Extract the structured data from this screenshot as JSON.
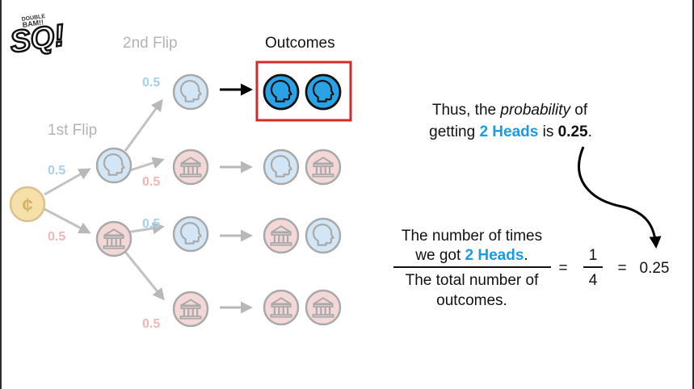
{
  "logo": {
    "line1": "DOUBLE",
    "line2": "BAM!!",
    "mark": "SQ!"
  },
  "labels": {
    "second_flip": "2nd Flip",
    "first_flip": "1st Flip",
    "outcomes": "Outcomes"
  },
  "root_coin_symbol": "¢",
  "branch_probabilities": {
    "first_heads": "0.5",
    "first_tails": "0.5",
    "h_then_heads": "0.5",
    "h_then_tails": "0.5",
    "t_then_heads": "0.5",
    "t_then_tails": "0.5"
  },
  "outcomes": [
    {
      "first": "heads",
      "second": "heads",
      "highlighted": true
    },
    {
      "first": "heads",
      "second": "tails",
      "highlighted": false
    },
    {
      "first": "tails",
      "second": "heads",
      "highlighted": false
    },
    {
      "first": "tails",
      "second": "tails",
      "highlighted": false
    }
  ],
  "conclusion": {
    "line1_prefix": "Thus, the ",
    "line1_italic": "probability",
    "line1_suffix": " of",
    "line2_prefix": "getting ",
    "line2_highlight": "2 Heads",
    "line2_mid": " is ",
    "line2_bold": "0.25",
    "line2_end": "."
  },
  "formula": {
    "numerator_line1": "The number of times",
    "numerator_line2_prefix": "we got ",
    "numerator_line2_highlight": "2 Heads",
    "numerator_line2_end": ".",
    "denominator_line1": "The total number of",
    "denominator_line2": "outcomes.",
    "equals_1": "=",
    "fraction_numerator": "1",
    "fraction_denominator": "4",
    "equals_2": "=",
    "result": "0.25"
  },
  "colors": {
    "heads_fill": "#2aa2e6",
    "heads_fill_faded": "#d3e6f5",
    "heads_stroke_faded": "#a9a9a9",
    "tails_fill_faded": "#f4d7d7",
    "penny_fill_faded": "#f6dfa9",
    "highlight_blue": "#1c9be0",
    "outcome_box": "#d42a2a",
    "faded_text": "#b3b3b3",
    "faded_blue_text": "#a6d0ee",
    "faded_red_text": "#f0b5b5",
    "arrow_faded": "#b8b8b8"
  }
}
